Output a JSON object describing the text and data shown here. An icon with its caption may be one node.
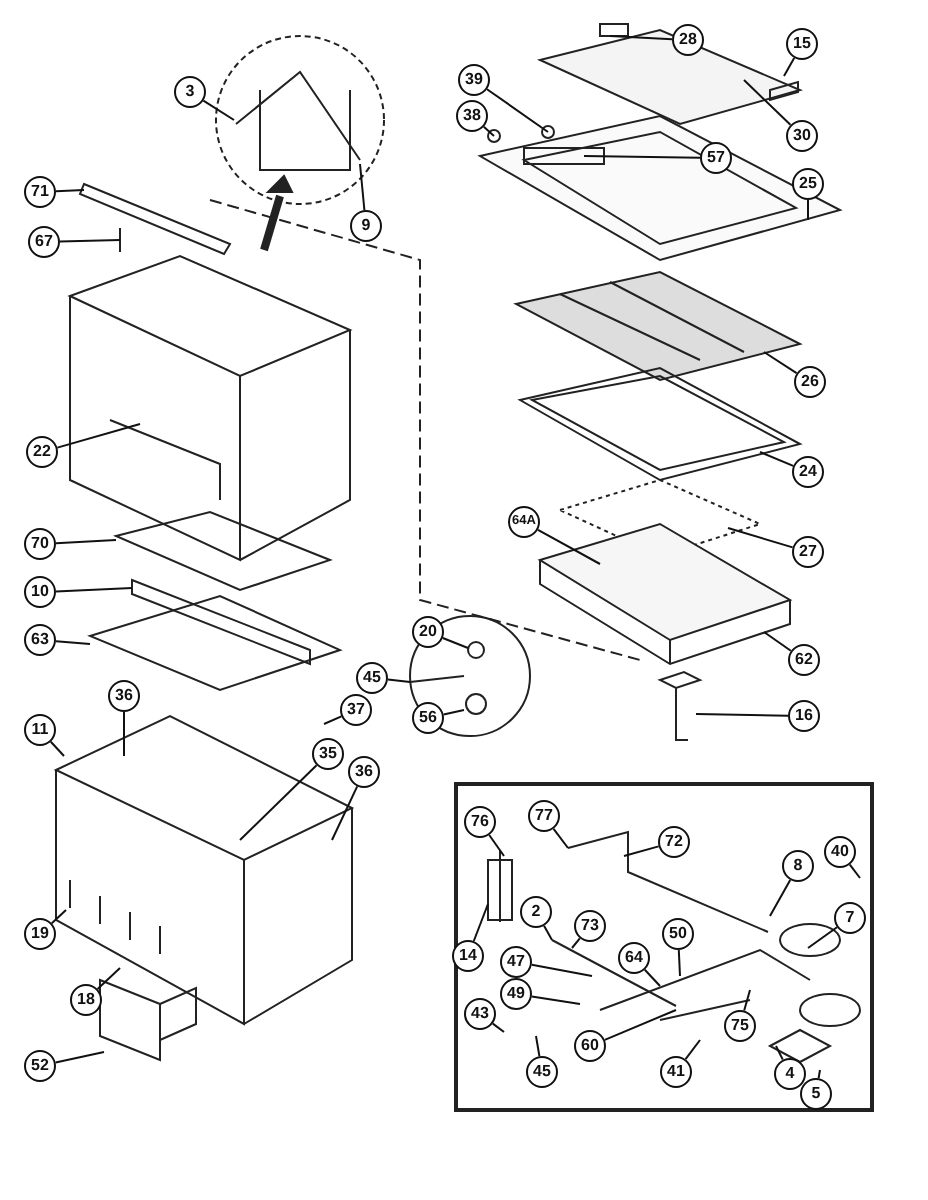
{
  "diagram": {
    "nodes": [
      {
        "text": [
          "3"
        ]
      },
      {
        "text": [
          "28"
        ]
      },
      {
        "text": [
          "15"
        ]
      },
      {
        "text": [
          "39"
        ]
      },
      {
        "text": [
          "38"
        ]
      },
      {
        "text": [
          "30"
        ]
      },
      {
        "text": [
          "57"
        ]
      },
      {
        "text": [
          "71"
        ]
      },
      {
        "text": [
          "25"
        ]
      },
      {
        "text": [
          "9"
        ]
      },
      {
        "text": [
          "67"
        ]
      },
      {
        "text": [
          "26"
        ]
      },
      {
        "text": [
          "22"
        ]
      },
      {
        "text": [
          "24"
        ]
      },
      {
        "text": [
          "64A"
        ]
      },
      {
        "text": [
          "70"
        ]
      },
      {
        "text": [
          "27"
        ]
      },
      {
        "text": [
          "10"
        ]
      },
      {
        "text": [
          "63"
        ]
      },
      {
        "text": [
          "20"
        ]
      },
      {
        "text": [
          "62"
        ]
      },
      {
        "text": [
          "45"
        ]
      },
      {
        "text": [
          "56"
        ]
      },
      {
        "text": [
          "37"
        ]
      },
      {
        "text": [
          "16"
        ]
      },
      {
        "text": [
          "11"
        ]
      },
      {
        "text": [
          "36"
        ]
      },
      {
        "text": [
          "35"
        ]
      },
      {
        "text": [
          "36"
        ]
      },
      {
        "text": [
          "76"
        ]
      },
      {
        "text": [
          "77"
        ]
      },
      {
        "text": [
          "72"
        ]
      },
      {
        "text": [
          "40"
        ]
      },
      {
        "text": [
          "8"
        ]
      },
      {
        "text": [
          "7"
        ]
      },
      {
        "text": [
          "2"
        ]
      },
      {
        "text": [
          "19"
        ]
      },
      {
        "text": [
          "73"
        ]
      },
      {
        "text": [
          "50"
        ]
      },
      {
        "text": [
          "14"
        ]
      },
      {
        "text": [
          "64"
        ]
      },
      {
        "text": [
          "47"
        ]
      },
      {
        "text": [
          "49"
        ]
      },
      {
        "text": [
          "18"
        ]
      },
      {
        "text": [
          "43"
        ]
      },
      {
        "text": [
          "75"
        ]
      },
      {
        "text": [
          "60"
        ]
      },
      {
        "text": [
          "52"
        ]
      },
      {
        "text": [
          "41"
        ]
      },
      {
        "text": [
          "45"
        ]
      },
      {
        "text": [
          "4"
        ]
      },
      {
        "text": [
          "5"
        ]
      }
    ],
    "edges": [
      {
        "from": 0,
        "to": null,
        "arrow": "none"
      },
      {
        "from": 1,
        "to": null,
        "arrow": "none"
      },
      {
        "from": 2,
        "to": null,
        "arrow": "none"
      },
      {
        "from": 3,
        "to": null,
        "arrow": "none"
      },
      {
        "from": 4,
        "to": null,
        "arrow": "none"
      },
      {
        "from": 5,
        "to": null,
        "arrow": "none"
      },
      {
        "from": 6,
        "to": null,
        "arrow": "none"
      },
      {
        "from": 7,
        "to": null,
        "arrow": "none"
      },
      {
        "from": 8,
        "to": null,
        "arrow": "none"
      },
      {
        "from": 9,
        "to": null,
        "arrow": "none"
      },
      {
        "from": 10,
        "to": null,
        "arrow": "none"
      },
      {
        "from": 11,
        "to": null,
        "arrow": "none"
      },
      {
        "from": 12,
        "to": null,
        "arrow": "none"
      },
      {
        "from": 13,
        "to": null,
        "arrow": "none"
      },
      {
        "from": 14,
        "to": null,
        "arrow": "none"
      },
      {
        "from": 15,
        "to": null,
        "arrow": "none"
      },
      {
        "from": 16,
        "to": null,
        "arrow": "none"
      },
      {
        "from": 17,
        "to": null,
        "arrow": "none"
      },
      {
        "from": 18,
        "to": null,
        "arrow": "none"
      },
      {
        "from": 19,
        "to": null,
        "arrow": "none"
      },
      {
        "from": 20,
        "to": null,
        "arrow": "none"
      },
      {
        "from": 21,
        "to": null,
        "arrow": "none"
      },
      {
        "from": 22,
        "to": null,
        "arrow": "none"
      },
      {
        "from": 23,
        "to": null,
        "arrow": "none"
      },
      {
        "from": 24,
        "to": null,
        "arrow": "none"
      },
      {
        "from": 25,
        "to": null,
        "arrow": "none"
      },
      {
        "from": 26,
        "to": null,
        "arrow": "none"
      },
      {
        "from": 27,
        "to": null,
        "arrow": "none"
      },
      {
        "from": 28,
        "to": null,
        "arrow": "none"
      },
      {
        "from": 29,
        "to": null,
        "arrow": "none"
      },
      {
        "from": 30,
        "to": null,
        "arrow": "none"
      },
      {
        "from": 31,
        "to": null,
        "arrow": "none"
      },
      {
        "from": 32,
        "to": null,
        "arrow": "none"
      },
      {
        "from": 33,
        "to": null,
        "arrow": "none"
      },
      {
        "from": 34,
        "to": null,
        "arrow": "none"
      },
      {
        "from": 35,
        "to": null,
        "arrow": "none"
      },
      {
        "from": 36,
        "to": null,
        "arrow": "none"
      },
      {
        "from": 37,
        "to": null,
        "arrow": "none"
      },
      {
        "from": 38,
        "to": null,
        "arrow": "none"
      },
      {
        "from": 39,
        "to": null,
        "arrow": "none"
      },
      {
        "from": 40,
        "to": null,
        "arrow": "none"
      },
      {
        "from": 41,
        "to": null,
        "arrow": "none"
      },
      {
        "from": 42,
        "to": null,
        "arrow": "none"
      },
      {
        "from": 43,
        "to": null,
        "arrow": "none"
      },
      {
        "from": 44,
        "to": null,
        "arrow": "none"
      },
      {
        "from": 45,
        "to": null,
        "arrow": "none"
      },
      {
        "from": 46,
        "to": null,
        "arrow": "none"
      },
      {
        "from": 47,
        "to": null,
        "arrow": "none"
      },
      {
        "from": 48,
        "to": null,
        "arrow": "none"
      },
      {
        "from": 49,
        "to": null,
        "arrow": "none"
      },
      {
        "from": 50,
        "to": null,
        "arrow": "none"
      },
      {
        "from": 51,
        "to": null,
        "arrow": "none"
      }
    ]
  }
}
